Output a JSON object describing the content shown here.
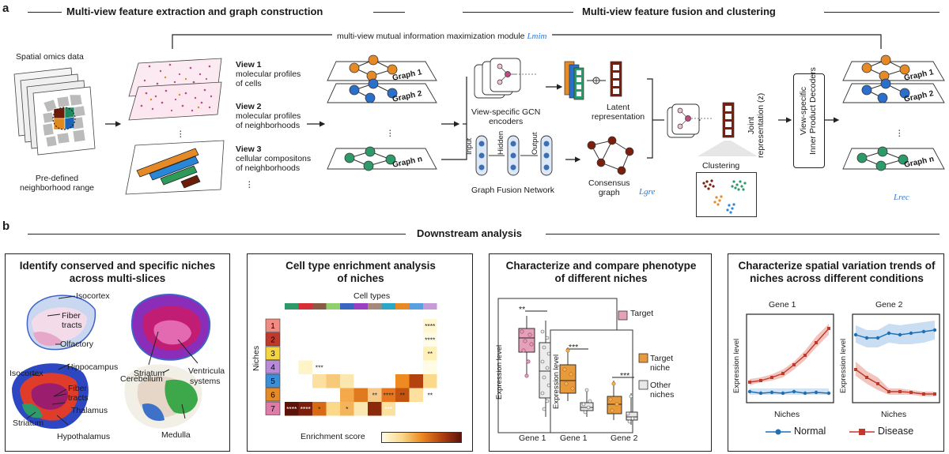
{
  "panel_a": {
    "letter": "a",
    "left_title": "Multi-view feature extraction and graph construction",
    "right_title": "Multi-view feature fusion and clustering",
    "mim_module": "multi-view mutual information maximization module",
    "mim_loss": "Lmim",
    "spatial_omics": "Spatial omics data",
    "predefined": [
      "Pre-defined",
      "neighborhood range"
    ],
    "views": [
      {
        "title": "View 1",
        "lines": [
          "molecular profiles",
          "of cells"
        ]
      },
      {
        "title": "View 2",
        "lines": [
          "molecular profiles",
          "of neighborhoods"
        ]
      },
      {
        "title": "View 3",
        "lines": [
          "cellular compositons",
          "of neighborhoods"
        ]
      }
    ],
    "ellipsis": "⋮",
    "graphs": [
      "Graph 1",
      "Graph 2",
      "Graph n"
    ],
    "gcn": [
      "View-specific GCN",
      "encoders"
    ],
    "latent": [
      "Latent",
      "representation"
    ],
    "fusion_layers": [
      "Input",
      "Hidden",
      "Output"
    ],
    "fusion_net": "Graph Fusion Network",
    "consensus": [
      "Consensus",
      "graph"
    ],
    "gre_loss": "Lgre",
    "joint": [
      "Joint",
      "representation (z)"
    ],
    "clustering": "Clustering",
    "decoders": [
      "View-specific",
      "Inner Product Decoders"
    ],
    "rec_loss": "Lrec",
    "out_graphs": [
      "Graph 1",
      "Graph 2",
      "Graph n"
    ]
  },
  "panel_b": {
    "letter": "b",
    "title": "Downstream analysis",
    "p1": {
      "title": [
        "Identify conserved and specific niches",
        "across multi-slices"
      ],
      "labels": [
        "Isocortex",
        "Fiber",
        "tracts",
        "Olfactory",
        "Striatum",
        "Ventricula",
        "systems",
        "Isocortex",
        "Hippocampus",
        "Fiber",
        "tracts",
        "Cerebellum",
        "Thalamus",
        "Striatum",
        "Hypothalamus",
        "Medulla"
      ]
    },
    "p2": {
      "title": [
        "Cell type enrichment analysis",
        "of niches"
      ],
      "cell_types": "Cell types",
      "niches": "Niches",
      "niche_ids": [
        "1",
        "2",
        "3",
        "4",
        "5",
        "6",
        "7"
      ],
      "enrichment": "Enrichment score",
      "stars": [
        {
          "r": 0,
          "c": 11,
          "s": "****"
        },
        {
          "r": 1,
          "c": 11,
          "s": "****"
        },
        {
          "r": 2,
          "c": 11,
          "s": "**"
        },
        {
          "r": 3,
          "c": 2,
          "s": "***"
        },
        {
          "r": 5,
          "c": 8,
          "s": "**"
        },
        {
          "r": 5,
          "c": 10,
          "s": "**"
        },
        {
          "r": 5,
          "c": 7,
          "s": "****"
        },
        {
          "r": 5,
          "c": 6,
          "s": "**"
        },
        {
          "r": 6,
          "c": 0,
          "s": "****"
        },
        {
          "r": 6,
          "c": 1,
          "s": "****"
        },
        {
          "r": 6,
          "c": 2,
          "s": "*"
        },
        {
          "r": 6,
          "c": 4,
          "s": "*"
        },
        {
          "r": 6,
          "c": 7,
          "s": "***"
        }
      ]
    },
    "p3": {
      "title": [
        "Characterize and compare phenotype",
        "of different niches"
      ],
      "ylabel": "Expression level",
      "back_gene": "Gene 1",
      "genes": [
        "Gene 1",
        "Gene 2"
      ],
      "sig": [
        "**",
        "***",
        "***"
      ],
      "legend": [
        [
          "Target",
          "niche"
        ],
        [
          "Other",
          "niches"
        ]
      ],
      "back_legend": [
        "Target",
        "e",
        "es"
      ]
    },
    "p4": {
      "title": [
        "Characterize spatial variation trends of",
        "niches across different conditions"
      ],
      "genes": [
        "Gene 1",
        "Gene 2"
      ],
      "ylabel": "Expression level",
      "xlabel": "Niches",
      "legend": [
        "Normal",
        "Disease"
      ]
    }
  }
}
